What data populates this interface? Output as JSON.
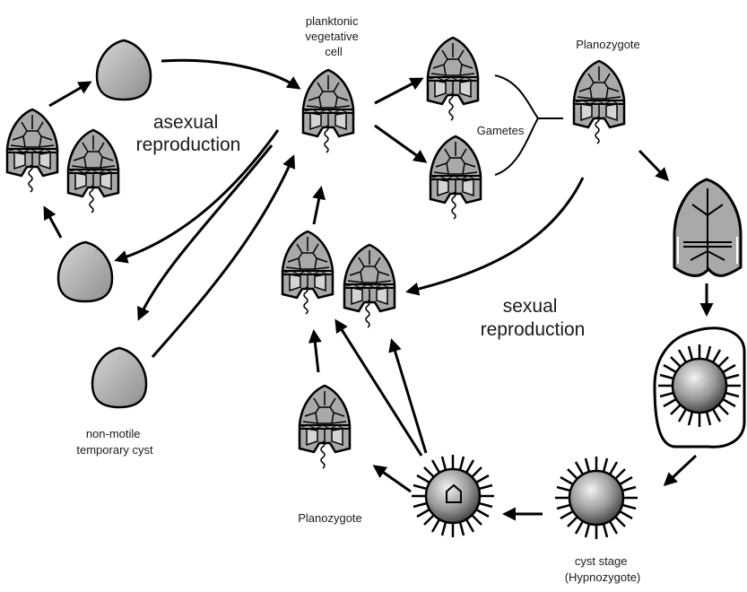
{
  "labels": {
    "planktonic": [
      "planktonic",
      "vegetative",
      "cell"
    ],
    "asexual": [
      "asexual",
      "reproduction"
    ],
    "sexual": [
      "sexual",
      "reproduction"
    ],
    "gametes": "Gametes",
    "planozygote_top": "Planozygote",
    "planozygote_bottom": "Planozygote",
    "temporary_cyst": [
      "non-motile",
      "temporary cyst"
    ],
    "cyst_stage": [
      "cyst stage",
      "(Hypnozygote)"
    ]
  },
  "colors": {
    "cell_fill": "#a9a9a9",
    "plate_fill": "#cfcfcf",
    "line": "#000000"
  }
}
